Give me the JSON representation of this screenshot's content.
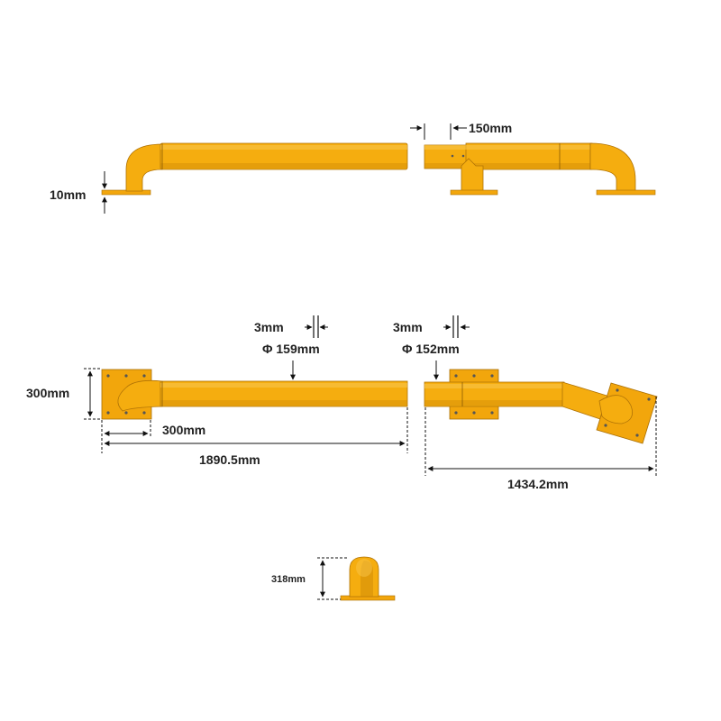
{
  "colors": {
    "pipe": "#f5ad0f",
    "pipe_shade": "#c98406",
    "pipe_light": "#f9c54a",
    "line": "#111111",
    "plate": "#f2a60c"
  },
  "labels": {
    "plate_thickness": "10mm",
    "sleeve_length": "150mm",
    "wall_left": "3mm",
    "diameter_left": "Φ 159mm",
    "wall_right": "3mm",
    "diameter_right": "Φ 152mm",
    "plate_height": "300mm",
    "plate_width": "300mm",
    "length_left": "1890.5mm",
    "length_right": "1434.2mm",
    "end_height": "318mm"
  }
}
